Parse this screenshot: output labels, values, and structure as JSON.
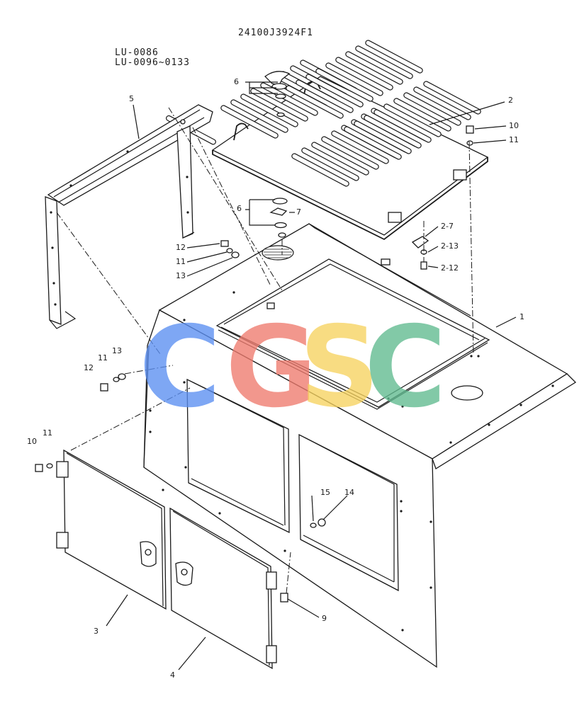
{
  "header": {
    "drawing_number": "24100J3924F1",
    "serial_range_1": "LU-0086",
    "serial_range_2": "LU-0096~0133"
  },
  "watermark": {
    "letters": [
      "C",
      "G",
      "S",
      "C"
    ],
    "colors": [
      "#5b8ff2",
      "#ef7b6e",
      "#f7d35f",
      "#5fba8f"
    ]
  },
  "callouts": {
    "c1": "1",
    "c2": "2",
    "c3": "3",
    "c4": "4",
    "c5": "5",
    "c6_top": "6",
    "c6_mid": "6",
    "c7": "7",
    "c9": "9",
    "c10_right": "10",
    "c11_right": "11",
    "c2_7": "2-7",
    "c2_13": "2-13",
    "c2_12": "2-12",
    "c12_upper": "12",
    "c11_upper": "11",
    "c13_upper": "13",
    "c12_left": "12",
    "c11_left": "11",
    "c13_left": "13",
    "c10_left": "10",
    "c11_door": "11",
    "c15": "15",
    "c14": "14"
  }
}
